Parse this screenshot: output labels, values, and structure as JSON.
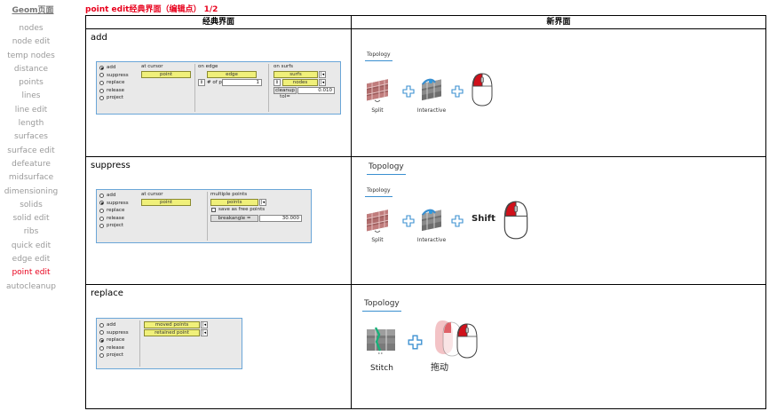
{
  "sidebar": {
    "title": "Geom页面",
    "items": [
      "nodes",
      "node edit",
      "temp nodes",
      "distance",
      "points",
      "lines",
      "line edit",
      "length",
      "surfaces",
      "surface edit",
      "defeature",
      "midsurface",
      "dimensioning",
      "solids",
      "solid edit",
      "ribs",
      "quick edit",
      "edge edit",
      "point edit",
      "autocleanup"
    ],
    "active_index": 18
  },
  "page_title": "point edit经典界面（编辑点） 1/2",
  "table": {
    "col_classic": "经典界面",
    "col_new": "新界面"
  },
  "rows": {
    "add": {
      "label": "add",
      "radios": [
        "add",
        "suppress",
        "replace",
        "release",
        "project"
      ],
      "selected_radio": 0,
      "at_cursor_label": "at cursor",
      "point_btn": "point",
      "on_edge_label": "on edge",
      "edge_btn": "edge",
      "num_pts_label": "# of pts",
      "num_pts_value": "1",
      "on_surfs_label": "on surfs",
      "surfs_btn": "surfs",
      "nodes_btn": "nodes",
      "cleanup_label": "cleanup tol=",
      "cleanup_value": "0.010",
      "topology": "Topology",
      "split_label": "Split",
      "interactive_label": "Interactive",
      "colors": {
        "mouse_button": "#d0101a",
        "accent_blue": "#3a8fd0"
      }
    },
    "suppress": {
      "label": "suppress",
      "radios": [
        "add",
        "suppress",
        "replace",
        "release",
        "project"
      ],
      "selected_radio": 1,
      "at_cursor_label": "at cursor",
      "point_btn": "point",
      "multiple_label": "multiple points",
      "points_btn": "points",
      "save_free": "save as free points",
      "breakangle_label": "breakangle =",
      "breakangle_value": "30.000",
      "topology_header": "Topology",
      "topology": "Topology",
      "split_label": "Split",
      "interactive_label": "Interactive",
      "shift_label": "Shift"
    },
    "replace": {
      "label": "replace",
      "radios": [
        "add",
        "suppress",
        "replace",
        "release",
        "project"
      ],
      "selected_radio": 2,
      "moved_btn": "moved points",
      "retained_btn": "retained point",
      "topology": "Topology",
      "stitch_label": "Stitch",
      "drag_label": "拖动"
    }
  }
}
